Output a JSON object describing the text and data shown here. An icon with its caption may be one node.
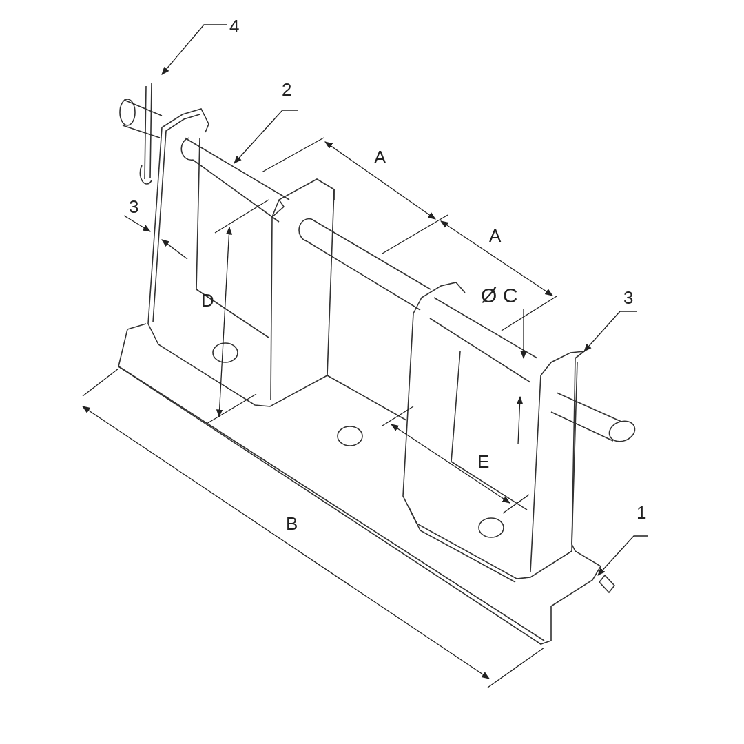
{
  "diagram": {
    "nodes": [
      {
        "text": [
          "4"
        ]
      },
      {
        "text": [
          "2"
        ]
      },
      {
        "text": [
          "3"
        ]
      },
      {
        "text": [
          "3"
        ]
      },
      {
        "text": [
          "1"
        ]
      }
    ],
    "edges": [
      {
        "from": 0,
        "to": null,
        "arrow": "to"
      },
      {
        "from": 1,
        "to": null,
        "arrow": "to"
      },
      {
        "from": 2,
        "to": null,
        "arrow": "to"
      },
      {
        "from": 3,
        "to": null,
        "arrow": "to"
      },
      {
        "from": 4,
        "to": null,
        "arrow": "to"
      }
    ],
    "labels": [
      "A",
      "A",
      "Ø C",
      "D",
      "E",
      "B"
    ]
  }
}
